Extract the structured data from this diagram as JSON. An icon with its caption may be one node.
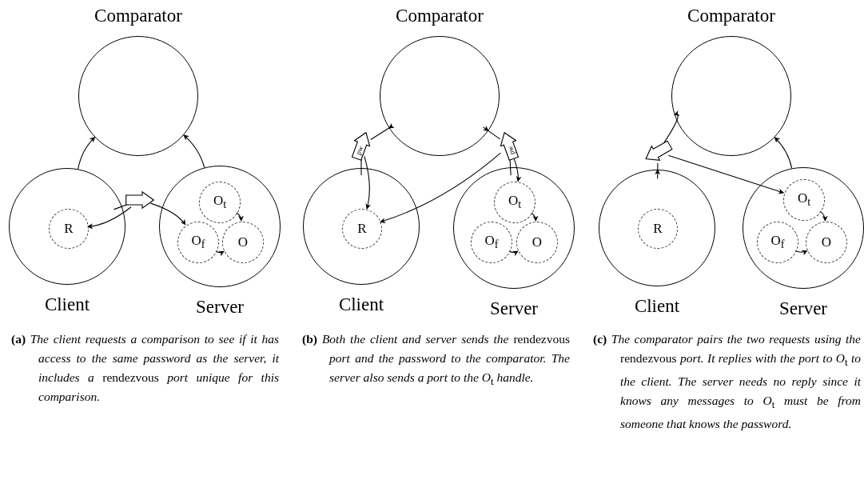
{
  "diagram": {
    "nodes": [
      {
        "text": [
          "Comparator"
        ]
      },
      {
        "text": [
          "Client"
        ]
      },
      {
        "text": [
          "R"
        ],
        "in": 1
      },
      {
        "text": [
          "Server"
        ]
      },
      {
        "text": [
          "O$_{t}$"
        ],
        "in": 3
      },
      {
        "text": [
          "O$_{f}$"
        ],
        "in": 3
      },
      {
        "text": [
          "O"
        ],
        "in": 3
      },
      {
        "text": [],
        "shape": "arrow"
      },
      {
        "text": [
          "Comparator"
        ]
      },
      {
        "text": [
          "Client"
        ]
      },
      {
        "text": [
          "R"
        ],
        "in": 9
      },
      {
        "text": [
          "Server"
        ]
      },
      {
        "text": [
          "O$_{t}$"
        ],
        "in": 11
      },
      {
        "text": [
          "O$_{f}$"
        ],
        "in": 11
      },
      {
        "text": [
          "O"
        ],
        "in": 11
      },
      {
        "text": [
          "pw"
        ]
      },
      {
        "text": [
          "pw"
        ]
      },
      {
        "text": [
          "Comparator"
        ]
      },
      {
        "text": [
          "Client"
        ]
      },
      {
        "text": [
          "R"
        ],
        "in": 18
      },
      {
        "text": [
          "Server"
        ]
      },
      {
        "text": [
          "O$_{t}$"
        ],
        "in": 20
      },
      {
        "text": [
          "O$_{f}$"
        ],
        "in": 20
      },
      {
        "text": [
          "O"
        ],
        "in": 20
      },
      {
        "text": [],
        "shape": "arrow"
      }
    ],
    "edges": [
      {
        "from": 1,
        "to": 0,
        "arrow": "to"
      },
      {
        "from": 3,
        "to": 0,
        "arrow": "to"
      },
      {
        "from": 1,
        "to": 7,
        "arrow": "none"
      },
      {
        "from": 7,
        "to": 2,
        "arrow": "to"
      },
      {
        "from": 7,
        "to": 5,
        "arrow": "to"
      },
      {
        "from": 4,
        "to": 6,
        "arrow": "to"
      },
      {
        "from": 5,
        "to": 6,
        "arrow": "to"
      },
      {
        "from": 9,
        "to": 15,
        "arrow": "none"
      },
      {
        "from": 15,
        "to": 8,
        "arrow": "to"
      },
      {
        "from": 15,
        "to": 10,
        "arrow": "to"
      },
      {
        "from": 11,
        "to": 16,
        "arrow": "none"
      },
      {
        "from": 16,
        "to": 8,
        "arrow": "to"
      },
      {
        "from": 16,
        "to": 12,
        "arrow": "to"
      },
      {
        "from": 16,
        "to": 10,
        "arrow": "to"
      },
      {
        "from": 12,
        "to": 14,
        "arrow": "to"
      },
      {
        "from": 13,
        "to": 14,
        "arrow": "to"
      },
      {
        "from": 24,
        "to": 18,
        "arrow": "to"
      },
      {
        "from": 24,
        "to": 17,
        "arrow": "to"
      },
      {
        "from": 24,
        "to": 21,
        "arrow": "to"
      },
      {
        "from": 20,
        "to": 17,
        "arrow": "to"
      },
      {
        "from": 21,
        "to": 23,
        "arrow": "to"
      },
      {
        "from": 22,
        "to": 23,
        "arrow": "to"
      }
    ],
    "labels": [
      "**(a)** *The client requests a comparison to see if it has access to the same password as the server, it includes a* rendezvous *port unique for this comparison.*",
      "**(b)** *Both the client and server sends the* rendezvous *port and the password to the comparator. The server also sends a port to the O*$_{t}$ *handle.*",
      "**(c)** *The comparator pairs the two requests using the* rendezvous *port. It replies with the port to O*$_{t}$ *to the client. The server needs no reply since it knows any messages to O*$_{t}$ *must be from someone that knows the password.*"
    ]
  }
}
